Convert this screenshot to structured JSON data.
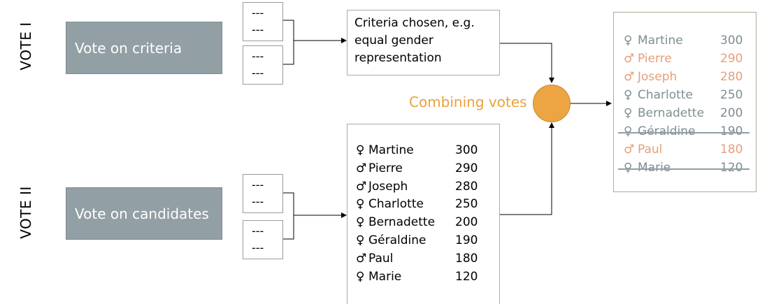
{
  "vote1": {
    "label": "VOTE I",
    "box": "Vote on criteria",
    "ballots": [
      [
        "---",
        "---"
      ],
      [
        "---",
        "---"
      ]
    ]
  },
  "vote2": {
    "label": "VOTE II",
    "box": "Vote on candidates",
    "ballots": [
      [
        "---",
        "---"
      ],
      [
        "---",
        "---"
      ]
    ]
  },
  "criteria_text": "Criteria chosen, e.g. equal gender representation",
  "combine_label": "Combining votes",
  "candidates": [
    {
      "symbol": "♀",
      "name": "Martine",
      "score": "300"
    },
    {
      "symbol": "♂",
      "name": "Pierre",
      "score": "290"
    },
    {
      "symbol": "♂",
      "name": "Joseph",
      "score": "280"
    },
    {
      "symbol": "♀",
      "name": "Charlotte",
      "score": "250"
    },
    {
      "symbol": "♀",
      "name": "Bernadette",
      "score": "200"
    },
    {
      "symbol": "♀",
      "name": "Géraldine",
      "score": "190"
    },
    {
      "symbol": "♂",
      "name": "Paul",
      "score": "180"
    },
    {
      "symbol": "♀",
      "name": "Marie",
      "score": "120"
    }
  ],
  "result": [
    {
      "symbol": "♀",
      "name": "Martine",
      "score": "300",
      "color": "#7f8d92",
      "struck": false
    },
    {
      "symbol": "♂",
      "name": "Pierre",
      "score": "290",
      "color": "#e4a07a",
      "struck": false
    },
    {
      "symbol": "♂",
      "name": "Joseph",
      "score": "280",
      "color": "#e4a07a",
      "struck": false
    },
    {
      "symbol": "♀",
      "name": "Charlotte",
      "score": "250",
      "color": "#7f8d92",
      "struck": false
    },
    {
      "symbol": "♀",
      "name": "Bernadette",
      "score": "200",
      "color": "#7f8d92",
      "struck": false
    },
    {
      "symbol": "♀",
      "name": "Géraldine",
      "score": "190",
      "color": "#7f8d92",
      "struck": true
    },
    {
      "symbol": "♂",
      "name": "Paul",
      "score": "180",
      "color": "#e4a07a",
      "struck": false
    },
    {
      "symbol": "♀",
      "name": "Marie",
      "score": "120",
      "color": "#7f8d92",
      "struck": true
    }
  ],
  "colors": {
    "grey_box": "#929fa4",
    "combine": "#eda442",
    "female": "#7f8d92",
    "male": "#e4a07a"
  }
}
